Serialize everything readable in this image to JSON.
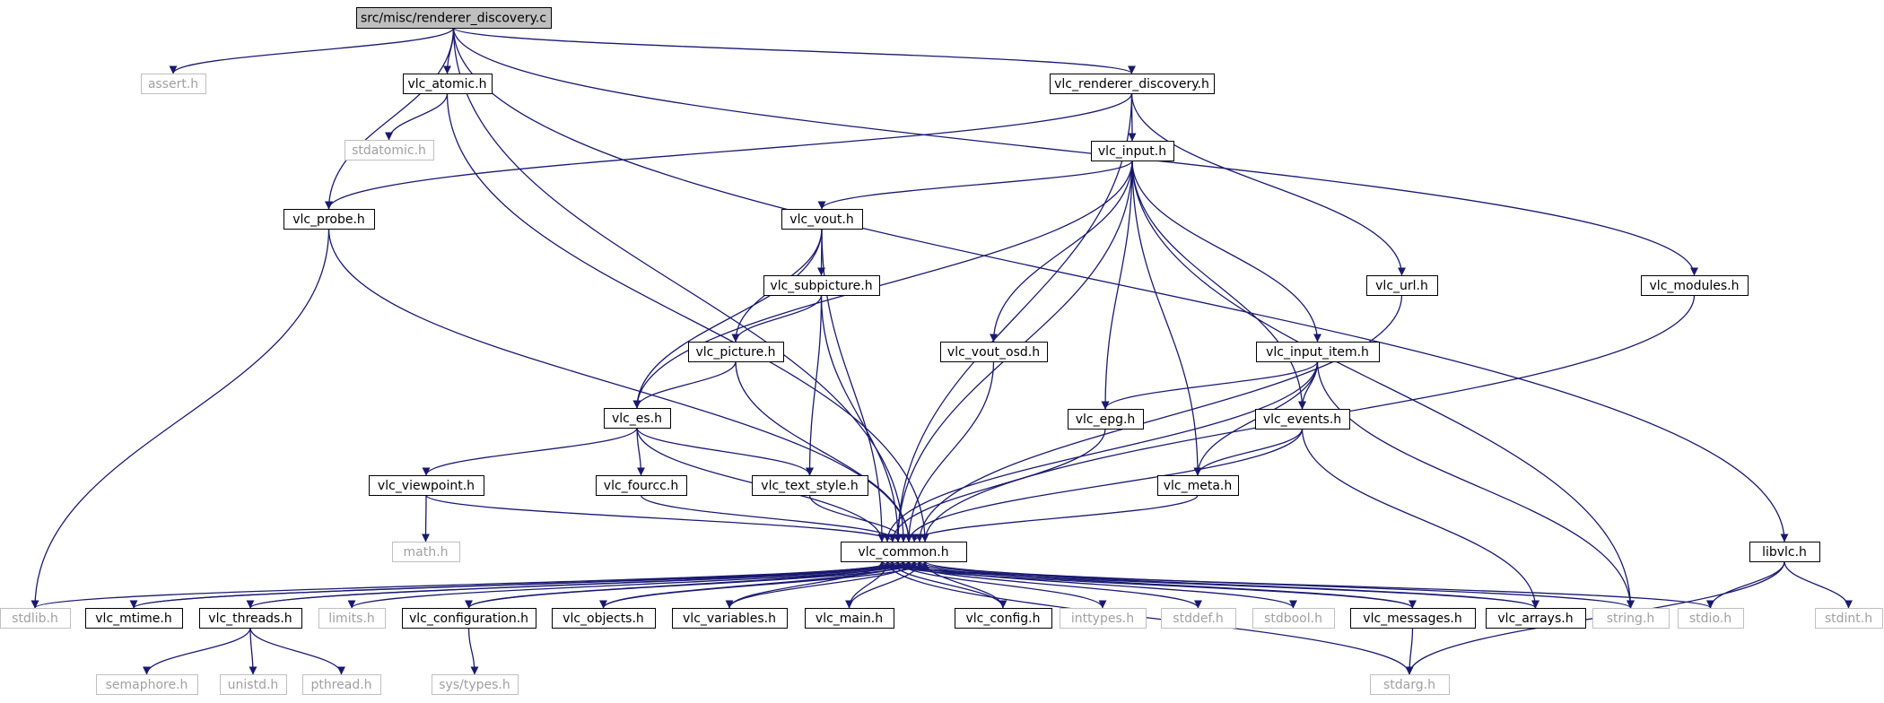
{
  "nodes": [
    {
      "id": "root",
      "label": "src/misc/renderer_discovery.c",
      "kind": "root"
    },
    {
      "id": "assert",
      "label": "assert.h",
      "kind": "ext"
    },
    {
      "id": "vlc_atomic",
      "label": "vlc_atomic.h",
      "kind": "doc"
    },
    {
      "id": "vlc_renderer_discovery",
      "label": "vlc_renderer_discovery.h",
      "kind": "doc"
    },
    {
      "id": "stdatomic",
      "label": "stdatomic.h",
      "kind": "ext"
    },
    {
      "id": "vlc_input",
      "label": "vlc_input.h",
      "kind": "doc"
    },
    {
      "id": "vlc_probe",
      "label": "vlc_probe.h",
      "kind": "doc"
    },
    {
      "id": "vlc_vout",
      "label": "vlc_vout.h",
      "kind": "doc"
    },
    {
      "id": "vlc_url",
      "label": "vlc_url.h",
      "kind": "doc"
    },
    {
      "id": "vlc_modules",
      "label": "vlc_modules.h",
      "kind": "doc"
    },
    {
      "id": "vlc_subpicture",
      "label": "vlc_subpicture.h",
      "kind": "doc"
    },
    {
      "id": "vlc_picture",
      "label": "vlc_picture.h",
      "kind": "doc"
    },
    {
      "id": "vlc_vout_osd",
      "label": "vlc_vout_osd.h",
      "kind": "doc"
    },
    {
      "id": "vlc_input_item",
      "label": "vlc_input_item.h",
      "kind": "doc"
    },
    {
      "id": "vlc_es",
      "label": "vlc_es.h",
      "kind": "doc"
    },
    {
      "id": "vlc_epg",
      "label": "vlc_epg.h",
      "kind": "doc"
    },
    {
      "id": "vlc_events",
      "label": "vlc_events.h",
      "kind": "doc"
    },
    {
      "id": "vlc_viewpoint",
      "label": "vlc_viewpoint.h",
      "kind": "doc"
    },
    {
      "id": "vlc_fourcc",
      "label": "vlc_fourcc.h",
      "kind": "doc"
    },
    {
      "id": "vlc_text_style",
      "label": "vlc_text_style.h",
      "kind": "doc"
    },
    {
      "id": "vlc_meta",
      "label": "vlc_meta.h",
      "kind": "doc"
    },
    {
      "id": "math",
      "label": "math.h",
      "kind": "ext"
    },
    {
      "id": "vlc_common",
      "label": "vlc_common.h",
      "kind": "doc"
    },
    {
      "id": "libvlc",
      "label": "libvlc.h",
      "kind": "doc"
    },
    {
      "id": "stdlib",
      "label": "stdlib.h",
      "kind": "ext"
    },
    {
      "id": "vlc_mtime",
      "label": "vlc_mtime.h",
      "kind": "doc"
    },
    {
      "id": "vlc_threads",
      "label": "vlc_threads.h",
      "kind": "doc"
    },
    {
      "id": "limits",
      "label": "limits.h",
      "kind": "ext"
    },
    {
      "id": "vlc_configuration",
      "label": "vlc_configuration.h",
      "kind": "doc"
    },
    {
      "id": "vlc_objects",
      "label": "vlc_objects.h",
      "kind": "doc"
    },
    {
      "id": "vlc_variables",
      "label": "vlc_variables.h",
      "kind": "doc"
    },
    {
      "id": "vlc_main",
      "label": "vlc_main.h",
      "kind": "doc"
    },
    {
      "id": "vlc_config",
      "label": "vlc_config.h",
      "kind": "doc"
    },
    {
      "id": "inttypes",
      "label": "inttypes.h",
      "kind": "ext"
    },
    {
      "id": "stddef",
      "label": "stddef.h",
      "kind": "ext"
    },
    {
      "id": "stdbool",
      "label": "stdbool.h",
      "kind": "ext"
    },
    {
      "id": "vlc_messages",
      "label": "vlc_messages.h",
      "kind": "doc"
    },
    {
      "id": "vlc_arrays",
      "label": "vlc_arrays.h",
      "kind": "doc"
    },
    {
      "id": "string",
      "label": "string.h",
      "kind": "ext"
    },
    {
      "id": "stdio",
      "label": "stdio.h",
      "kind": "ext"
    },
    {
      "id": "stdint",
      "label": "stdint.h",
      "kind": "ext"
    },
    {
      "id": "semaphore",
      "label": "semaphore.h",
      "kind": "ext"
    },
    {
      "id": "unistd",
      "label": "unistd.h",
      "kind": "ext"
    },
    {
      "id": "pthread",
      "label": "pthread.h",
      "kind": "ext"
    },
    {
      "id": "sys_types",
      "label": "sys/types.h",
      "kind": "ext"
    },
    {
      "id": "stdarg",
      "label": "stdarg.h",
      "kind": "ext"
    }
  ],
  "edges": [
    [
      "root",
      "assert"
    ],
    [
      "root",
      "vlc_atomic"
    ],
    [
      "root",
      "vlc_renderer_discovery"
    ],
    [
      "root",
      "vlc_probe"
    ],
    [
      "root",
      "vlc_common"
    ],
    [
      "root",
      "vlc_modules"
    ],
    [
      "root",
      "libvlc"
    ],
    [
      "vlc_atomic",
      "stdatomic"
    ],
    [
      "vlc_atomic",
      "vlc_common"
    ],
    [
      "vlc_renderer_discovery",
      "vlc_input"
    ],
    [
      "vlc_renderer_discovery",
      "vlc_probe"
    ],
    [
      "vlc_renderer_discovery",
      "vlc_url"
    ],
    [
      "vlc_renderer_discovery",
      "vlc_common"
    ],
    [
      "vlc_input",
      "vlc_vout"
    ],
    [
      "vlc_input",
      "vlc_es"
    ],
    [
      "vlc_input",
      "vlc_vout_osd"
    ],
    [
      "vlc_input",
      "vlc_epg"
    ],
    [
      "vlc_input",
      "vlc_meta"
    ],
    [
      "vlc_input",
      "vlc_events"
    ],
    [
      "vlc_input",
      "vlc_input_item"
    ],
    [
      "vlc_input",
      "string"
    ],
    [
      "vlc_input",
      "vlc_common"
    ],
    [
      "vlc_probe",
      "stdlib"
    ],
    [
      "vlc_probe",
      "vlc_common"
    ],
    [
      "vlc_vout",
      "vlc_subpicture"
    ],
    [
      "vlc_vout",
      "vlc_picture"
    ],
    [
      "vlc_vout",
      "vlc_es"
    ],
    [
      "vlc_vout",
      "vlc_common"
    ],
    [
      "vlc_subpicture",
      "vlc_picture"
    ],
    [
      "vlc_subpicture",
      "vlc_text_style"
    ],
    [
      "vlc_subpicture",
      "vlc_common"
    ],
    [
      "vlc_picture",
      "vlc_es"
    ],
    [
      "vlc_picture",
      "vlc_common"
    ],
    [
      "vlc_es",
      "vlc_viewpoint"
    ],
    [
      "vlc_es",
      "vlc_fourcc"
    ],
    [
      "vlc_es",
      "vlc_text_style"
    ],
    [
      "vlc_es",
      "vlc_common"
    ],
    [
      "vlc_viewpoint",
      "math"
    ],
    [
      "vlc_viewpoint",
      "vlc_common"
    ],
    [
      "vlc_fourcc",
      "vlc_common"
    ],
    [
      "vlc_text_style",
      "vlc_common"
    ],
    [
      "vlc_vout_osd",
      "vlc_common"
    ],
    [
      "vlc_input_item",
      "vlc_epg"
    ],
    [
      "vlc_input_item",
      "vlc_events"
    ],
    [
      "vlc_input_item",
      "vlc_meta"
    ],
    [
      "vlc_input_item",
      "string"
    ],
    [
      "vlc_input_item",
      "vlc_common"
    ],
    [
      "vlc_epg",
      "vlc_common"
    ],
    [
      "vlc_events",
      "vlc_meta"
    ],
    [
      "vlc_events",
      "vlc_arrays"
    ],
    [
      "vlc_events",
      "vlc_common"
    ],
    [
      "vlc_meta",
      "vlc_common"
    ],
    [
      "vlc_url",
      "vlc_common"
    ],
    [
      "vlc_modules",
      "vlc_common"
    ],
    [
      "libvlc",
      "stdio"
    ],
    [
      "libvlc",
      "stdint"
    ],
    [
      "libvlc",
      "stdarg"
    ],
    [
      "vlc_common",
      "stdlib"
    ],
    [
      "vlc_common",
      "vlc_mtime"
    ],
    [
      "vlc_common",
      "vlc_threads"
    ],
    [
      "vlc_common",
      "limits"
    ],
    [
      "vlc_common",
      "vlc_configuration"
    ],
    [
      "vlc_common",
      "vlc_objects"
    ],
    [
      "vlc_common",
      "vlc_variables"
    ],
    [
      "vlc_common",
      "vlc_main"
    ],
    [
      "vlc_common",
      "vlc_config"
    ],
    [
      "vlc_common",
      "inttypes"
    ],
    [
      "vlc_common",
      "stddef"
    ],
    [
      "vlc_common",
      "stdbool"
    ],
    [
      "vlc_common",
      "vlc_messages"
    ],
    [
      "vlc_common",
      "vlc_arrays"
    ],
    [
      "vlc_common",
      "string"
    ],
    [
      "vlc_common",
      "stdio"
    ],
    [
      "vlc_common",
      "stdarg"
    ],
    [
      "vlc_mtime",
      "vlc_common"
    ],
    [
      "vlc_threads",
      "vlc_common"
    ],
    [
      "vlc_configuration",
      "vlc_common"
    ],
    [
      "vlc_objects",
      "vlc_common"
    ],
    [
      "vlc_variables",
      "vlc_common"
    ],
    [
      "vlc_main",
      "vlc_common"
    ],
    [
      "vlc_config",
      "vlc_common"
    ],
    [
      "vlc_messages",
      "vlc_common"
    ],
    [
      "vlc_arrays",
      "vlc_common"
    ],
    [
      "vlc_threads",
      "semaphore"
    ],
    [
      "vlc_threads",
      "unistd"
    ],
    [
      "vlc_threads",
      "pthread"
    ],
    [
      "vlc_configuration",
      "sys_types"
    ],
    [
      "vlc_messages",
      "stdarg"
    ]
  ],
  "colors": {
    "edge": "#191970",
    "node_border": "#000000",
    "ext_border": "#bfbfbf",
    "ext_text": "#a0a0a0",
    "root_fill": "#bfbfbf",
    "node_fill": "#ffffff"
  }
}
